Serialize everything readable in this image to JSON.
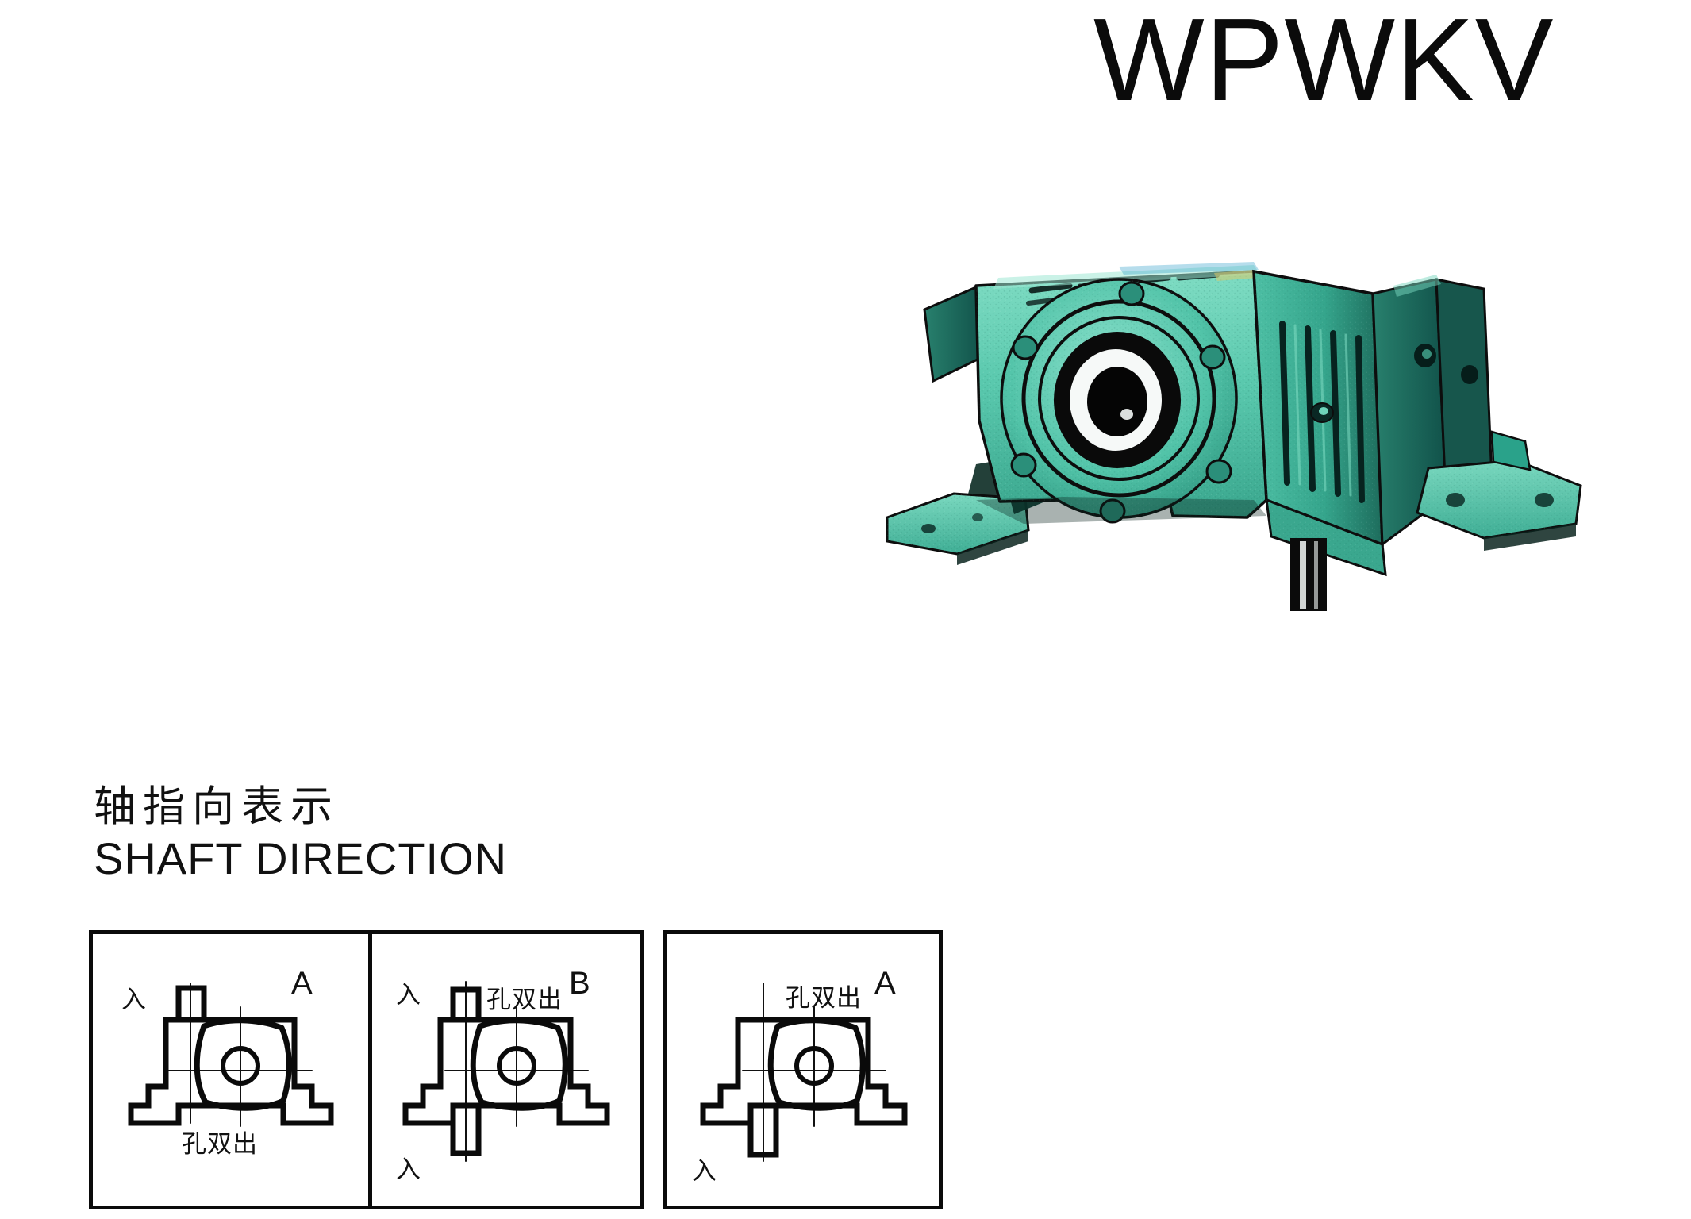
{
  "title": "WPWKV",
  "watermark": "",
  "photo": {
    "alt_name": "wpwkv-worm-gear-reducer",
    "body_color": "#4fc2a8",
    "body_color_dark": "#1f6e5e",
    "body_color_light": "#8fe0cc",
    "shadow_color": "#0a2a24",
    "outline_color": "#0d0d0d"
  },
  "section": {
    "heading_cn": "轴指向表示",
    "heading_en": "SHAFT DIRECTION"
  },
  "diagrams": [
    {
      "letter": "A",
      "input_labels": [
        "入"
      ],
      "output_label": "孔双出",
      "input_shaft": "top",
      "output_shaft_note_position": "bottom"
    },
    {
      "letter": "B",
      "input_labels": [
        "入",
        "入"
      ],
      "output_label": "孔双出",
      "input_shaft": "top-and-bottom",
      "output_shaft_note_position": "top"
    },
    {
      "letter": "A",
      "input_labels": [
        "入"
      ],
      "output_label": "孔双出",
      "input_shaft": "bottom",
      "output_shaft_note_position": "top"
    }
  ]
}
